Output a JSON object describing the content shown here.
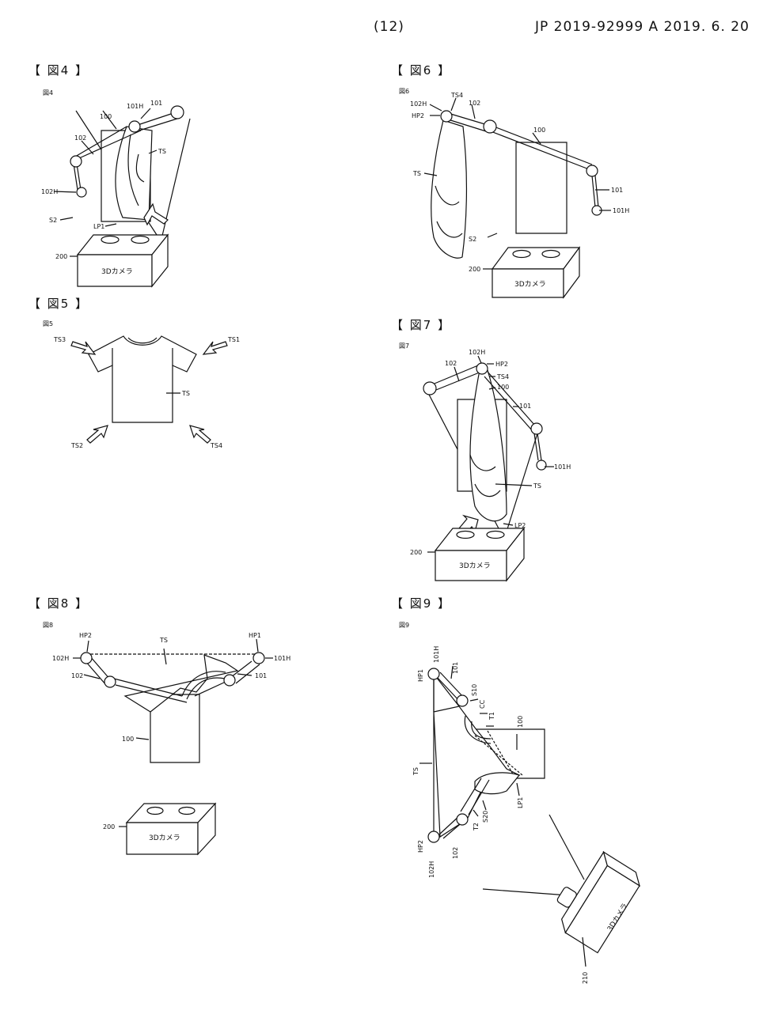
{
  "header": {
    "page_number": "(12)",
    "publication": "JP 2019-92999 A 2019. 6. 20"
  },
  "figures": {
    "fig4": {
      "title": "【 図4 】",
      "small": "図4",
      "labels": {
        "l100": "100",
        "l101": "101",
        "l101h": "101H",
        "l102": "102",
        "l102h": "102H",
        "ts": "TS",
        "lp1": "LP1",
        "s2": "S2",
        "l200": "200"
      },
      "camera": "3Dカメラ"
    },
    "fig5": {
      "title": "【 図5 】",
      "small": "図5",
      "labels": {
        "ts1": "TS1",
        "ts2": "TS2",
        "ts3": "TS3",
        "ts4": "TS4",
        "ts": "TS"
      }
    },
    "fig6": {
      "title": "【 図6 】",
      "small": "図6",
      "labels": {
        "l102h": "102H",
        "hp2": "HP2",
        "ts4": "TS4",
        "l102": "102",
        "l100": "100",
        "ts": "TS",
        "l101": "101",
        "l101h": "101H",
        "s2": "S2",
        "l200": "200"
      },
      "camera": "3Dカメラ"
    },
    "fig7": {
      "title": "【 図7 】",
      "small": "図7",
      "labels": {
        "l102h": "102H",
        "l102": "102",
        "hp2": "HP2",
        "ts4": "TS4",
        "l100": "100",
        "l101": "101",
        "l101h": "101H",
        "ts": "TS",
        "lp2": "LP2",
        "l200": "200"
      },
      "camera": "3Dカメラ"
    },
    "fig8": {
      "title": "【 図8 】",
      "small": "図8",
      "labels": {
        "hp2": "HP2",
        "ts": "TS",
        "hp1": "HP1",
        "l102h": "102H",
        "l101h": "101H",
        "l102": "102",
        "l101": "101",
        "l100": "100",
        "l200": "200"
      },
      "camera": "3Dカメラ"
    },
    "fig9": {
      "title": "【 図9 】",
      "small": "図9",
      "labels": {
        "l101h": "101H",
        "hp1": "HP1",
        "l101": "101",
        "s10": "S10",
        "cc": "CC",
        "t1": "T1",
        "l100": "100",
        "ts": "TS",
        "lp1": "LP1",
        "s20": "S20",
        "t2": "T2",
        "hp2": "HP2",
        "l102h": "102H",
        "l102": "102",
        "l210": "210"
      },
      "camera": "3Dカメラ"
    }
  }
}
